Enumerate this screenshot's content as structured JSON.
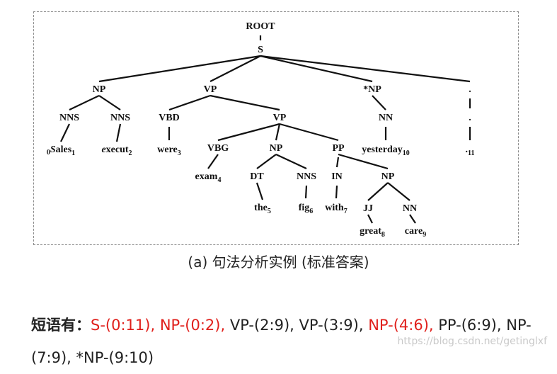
{
  "tree": {
    "nodes": [
      {
        "id": "root",
        "label": "ROOT",
        "sub": "",
        "pre": "",
        "italic_first": false
      },
      {
        "id": "s",
        "label": "S",
        "sub": "",
        "pre": "",
        "italic_first": false
      },
      {
        "id": "np1",
        "label": "NP",
        "sub": "",
        "pre": "",
        "italic_first": false
      },
      {
        "id": "vp1",
        "label": "VP",
        "sub": "",
        "pre": "",
        "italic_first": false
      },
      {
        "id": "np_star",
        "label": "*NP",
        "sub": "",
        "pre": "",
        "italic_first": false
      },
      {
        "id": "dot_top",
        "label": ".",
        "sub": "",
        "pre": "",
        "italic_first": false
      },
      {
        "id": "nns1",
        "label": "NNS",
        "sub": "",
        "pre": "",
        "italic_first": false
      },
      {
        "id": "nns2",
        "label": "NNS",
        "sub": "",
        "pre": "",
        "italic_first": false
      },
      {
        "id": "vbd",
        "label": "VBD",
        "sub": "",
        "pre": "",
        "italic_first": false
      },
      {
        "id": "vp2",
        "label": "VP",
        "sub": "",
        "pre": "",
        "italic_first": false
      },
      {
        "id": "nn1",
        "label": "NN",
        "sub": "",
        "pre": "",
        "italic_first": false
      },
      {
        "id": "dot_mid",
        "label": ".",
        "sub": "",
        "pre": "",
        "italic_first": false
      },
      {
        "id": "w_sales",
        "label": "Sales",
        "sub": "1",
        "pre": "0",
        "italic_first": true
      },
      {
        "id": "w_execut",
        "label": "execut",
        "sub": "2",
        "pre": "",
        "italic_first": true
      },
      {
        "id": "w_were",
        "label": "were",
        "sub": "3",
        "pre": "",
        "italic_first": false
      },
      {
        "id": "vbg",
        "label": "VBG",
        "sub": "",
        "pre": "",
        "italic_first": false
      },
      {
        "id": "np2",
        "label": "NP",
        "sub": "",
        "pre": "",
        "italic_first": false
      },
      {
        "id": "pp",
        "label": "PP",
        "sub": "",
        "pre": "",
        "italic_first": false
      },
      {
        "id": "w_yesterday",
        "label": "yesterday",
        "sub": "10",
        "pre": "",
        "italic_first": false
      },
      {
        "id": "w_dot",
        "label": ".",
        "sub": "11",
        "pre": "",
        "italic_first": false
      },
      {
        "id": "w_exam",
        "label": "exam",
        "sub": "4",
        "pre": "",
        "italic_first": false
      },
      {
        "id": "dt",
        "label": "DT",
        "sub": "",
        "pre": "",
        "italic_first": false
      },
      {
        "id": "nns3",
        "label": "NNS",
        "sub": "",
        "pre": "",
        "italic_first": false
      },
      {
        "id": "in",
        "label": "IN",
        "sub": "",
        "pre": "",
        "italic_first": false
      },
      {
        "id": "np3",
        "label": "NP",
        "sub": "",
        "pre": "",
        "italic_first": false
      },
      {
        "id": "w_the",
        "label": "the",
        "sub": "5",
        "pre": "",
        "italic_first": false
      },
      {
        "id": "w_fig",
        "label": "fig",
        "sub": "6",
        "pre": "",
        "italic_first": false
      },
      {
        "id": "w_with",
        "label": "with",
        "sub": "7",
        "pre": "",
        "italic_first": false
      },
      {
        "id": "jj",
        "label": "JJ",
        "sub": "",
        "pre": "",
        "italic_first": false
      },
      {
        "id": "nn2",
        "label": "NN",
        "sub": "",
        "pre": "",
        "italic_first": false
      },
      {
        "id": "w_great",
        "label": "great",
        "sub": "8",
        "pre": "",
        "italic_first": false
      },
      {
        "id": "w_care",
        "label": "care",
        "sub": "9",
        "pre": "",
        "italic_first": false
      }
    ],
    "edges": [
      [
        "root",
        "s"
      ],
      [
        "s",
        "np1"
      ],
      [
        "s",
        "vp1"
      ],
      [
        "s",
        "np_star"
      ],
      [
        "s",
        "dot_top"
      ],
      [
        "np1",
        "nns1"
      ],
      [
        "np1",
        "nns2"
      ],
      [
        "vp1",
        "vbd"
      ],
      [
        "vp1",
        "vp2"
      ],
      [
        "np_star",
        "nn1"
      ],
      [
        "dot_top",
        "dot_mid"
      ],
      [
        "nns1",
        "w_sales"
      ],
      [
        "nns2",
        "w_execut"
      ],
      [
        "vbd",
        "w_were"
      ],
      [
        "vp2",
        "vbg"
      ],
      [
        "vp2",
        "np2"
      ],
      [
        "vp2",
        "pp"
      ],
      [
        "nn1",
        "w_yesterday"
      ],
      [
        "dot_mid",
        "w_dot"
      ],
      [
        "vbg",
        "w_exam"
      ],
      [
        "np2",
        "dt"
      ],
      [
        "np2",
        "nns3"
      ],
      [
        "pp",
        "in"
      ],
      [
        "pp",
        "np3"
      ],
      [
        "dt",
        "w_the"
      ],
      [
        "nns3",
        "w_fig"
      ],
      [
        "in",
        "w_with"
      ],
      [
        "np3",
        "jj"
      ],
      [
        "np3",
        "nn2"
      ],
      [
        "jj",
        "w_great"
      ],
      [
        "nn2",
        "w_care"
      ]
    ]
  },
  "caption": "(a) 句法分析实例 (标准答案)",
  "phrases": {
    "lead": "短语有：",
    "items": [
      {
        "text": "S-(0:11), ",
        "highlight": true
      },
      {
        "text": "NP-(0:2), ",
        "highlight": true
      },
      {
        "text": "VP-(2:9), ",
        "highlight": false
      },
      {
        "text": "VP-(3:9), ",
        "highlight": false
      },
      {
        "text": "NP-(4:6), ",
        "highlight": true
      },
      {
        "text": "PP-(6:9), ",
        "highlight": false
      },
      {
        "text": "NP-(7:9), ",
        "highlight": false
      },
      {
        "text": "*NP-(9:10)",
        "highlight": false
      }
    ]
  },
  "watermark": "https://blog.csdn.net/getinglxf",
  "colors": {
    "highlight": "#e0201c",
    "text": "#222222",
    "border": "#8c8c8c"
  }
}
